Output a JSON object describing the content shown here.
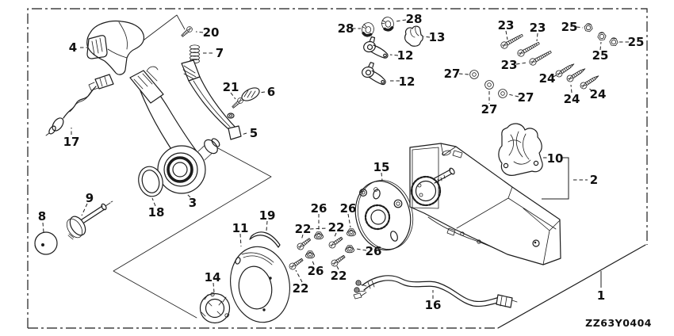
{
  "diagram_code": "ZZ63Y0404",
  "part_labels": [
    "4",
    "20",
    "7",
    "21",
    "6",
    "5",
    "17",
    "3",
    "18",
    "8",
    "9",
    "14",
    "11",
    "19",
    "22",
    "22",
    "22",
    "22",
    "26",
    "26",
    "26",
    "26",
    "15",
    "28",
    "28",
    "13",
    "12",
    "12",
    "27",
    "27",
    "27",
    "23",
    "23",
    "23",
    "24",
    "24",
    "24",
    "25",
    "25",
    "25",
    "10",
    "2",
    "16",
    "1"
  ]
}
